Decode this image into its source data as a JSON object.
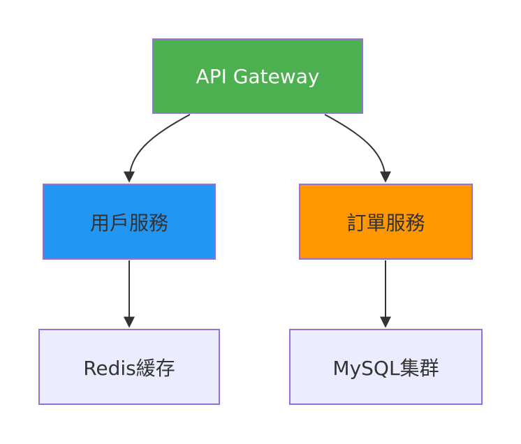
{
  "nodes": {
    "gateway": {
      "label": "API Gateway",
      "fill": "#4CAF50",
      "text_color": "#ffffff"
    },
    "user_service": {
      "label": "用戶服務",
      "fill": "#2196F3",
      "text_color": "#333333"
    },
    "order_service": {
      "label": "訂單服務",
      "fill": "#FF9800",
      "text_color": "#333333"
    },
    "redis_cache": {
      "label": "Redis緩存",
      "fill": "#ECECFF",
      "text_color": "#333333"
    },
    "mysql_cluster": {
      "label": "MySQL集群",
      "fill": "#ECECFF",
      "text_color": "#333333"
    }
  },
  "edges": [
    {
      "from": "gateway",
      "to": "user_service"
    },
    {
      "from": "gateway",
      "to": "order_service"
    },
    {
      "from": "user_service",
      "to": "redis_cache"
    },
    {
      "from": "order_service",
      "to": "mysql_cluster"
    }
  ],
  "colors": {
    "border": "#9370DB",
    "edge": "#333333"
  }
}
